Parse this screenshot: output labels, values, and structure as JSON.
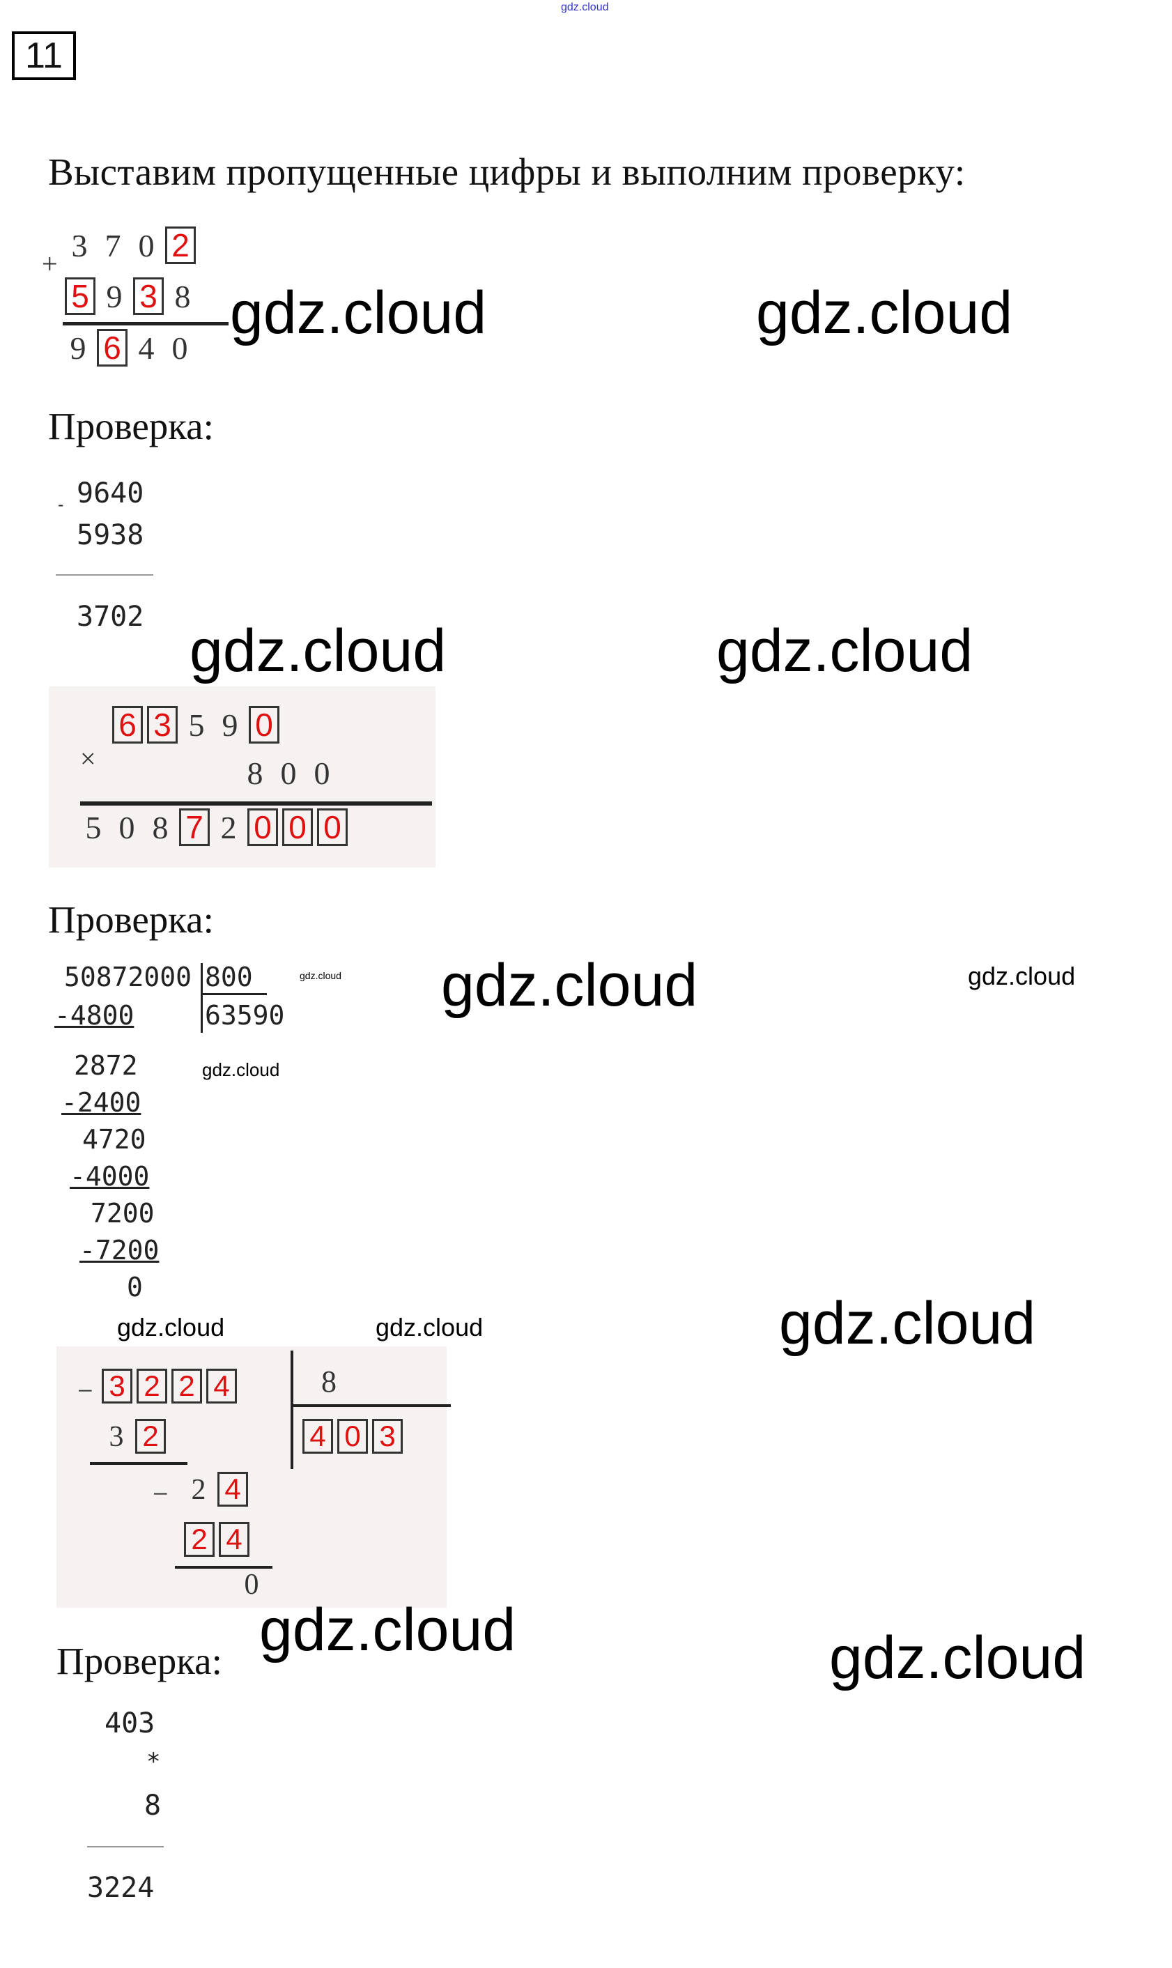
{
  "watermark_top": "gdz.cloud",
  "task_number": "11",
  "heading": "Выставим пропущенные цифры и выполним проверку:",
  "watermark": "gdz.cloud",
  "check_label": "Проверка:",
  "addition": {
    "sign": "+",
    "rows": [
      {
        "digits": "3702",
        "boxed": [
          3
        ]
      },
      {
        "digits": "5938",
        "boxed": [
          0,
          2
        ]
      },
      {
        "digits": "9640",
        "boxed": [
          1
        ]
      }
    ]
  },
  "subtraction_check": {
    "sign": "-",
    "minuend": "9640",
    "subtrahend": "5938",
    "result": "3702"
  },
  "multiplication": {
    "sign": "×",
    "rows": [
      {
        "digits": "63590",
        "boxed": [
          0,
          1,
          4
        ]
      },
      {
        "digits": "800",
        "boxed": []
      },
      {
        "digits": "50872000",
        "boxed": [
          3,
          5,
          6,
          7
        ]
      }
    ]
  },
  "long_division_check": {
    "dividend": "50872000",
    "divisor": "800",
    "quotient": "63590",
    "steps": [
      "-4800",
      "2872",
      "-2400",
      "4720",
      "-4000",
      "7200",
      "-7200",
      "0"
    ]
  },
  "division": {
    "dividend": {
      "digits": "3224",
      "boxed": [
        0,
        1,
        2,
        3
      ]
    },
    "divisor": "8",
    "quotient": {
      "digits": "403",
      "boxed": [
        0,
        1,
        2
      ]
    },
    "steps": [
      {
        "digits": "32",
        "boxed": [
          1
        ]
      },
      {
        "digits": "24",
        "boxed": [
          1
        ]
      },
      {
        "digits": "24",
        "boxed": [
          0,
          1
        ]
      },
      {
        "digits": "0",
        "boxed": []
      }
    ]
  },
  "multiplication_check": {
    "factor1": "403",
    "sign": "*",
    "factor2": "8",
    "result": "3224"
  }
}
